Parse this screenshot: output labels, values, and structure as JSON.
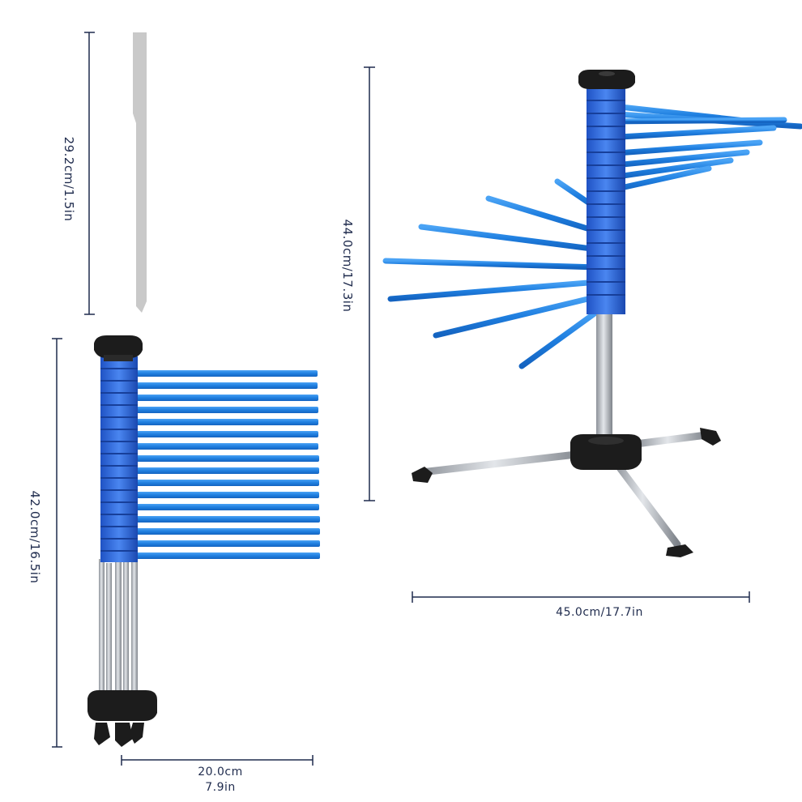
{
  "dimensions": {
    "rod_length": "29.2cm/1.5in",
    "folded_height": "42.0cm/16.5in",
    "folded_width_cm": "20.0cm",
    "folded_width_in": "7.9in",
    "open_height": "44.0cm/17.3in",
    "open_width": "45.0cm/17.7in"
  },
  "colors": {
    "dimension_line": "#1f2b4d",
    "rod_blue": "#1f7fe0",
    "hub_blue": "#2f6fdc",
    "black_part": "#1c1c1c",
    "steel": "#b8bcc2",
    "rod_grey": "#c8c8c8"
  }
}
